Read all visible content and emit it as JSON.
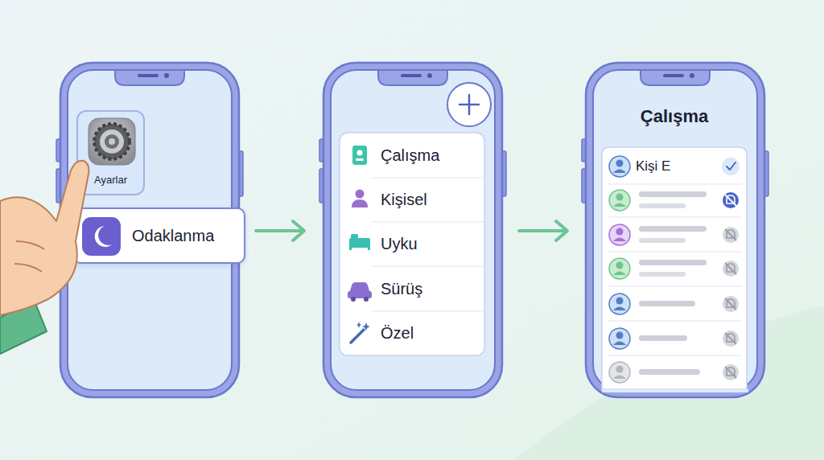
{
  "diagram": {
    "nodes": [
      {
        "text": [
          "Ayarlar"
        ]
      },
      {
        "text": [
          "Odaklanma"
        ]
      },
      {
        "text": [
          "Çalışma"
        ]
      },
      {
        "text": [
          "Kişisel"
        ]
      },
      {
        "text": [
          "Uyku"
        ]
      },
      {
        "text": [
          "Sürüş"
        ]
      },
      {
        "text": [
          "Özel"
        ]
      },
      {
        "text": [
          "Kişi E"
        ]
      }
    ],
    "labels": [
      "Çalışma"
    ]
  }
}
